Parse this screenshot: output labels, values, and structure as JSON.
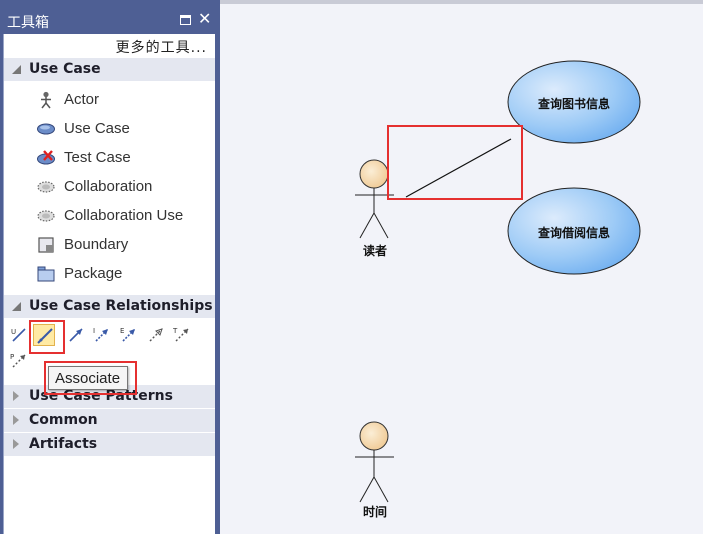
{
  "toolbox": {
    "title": "工具箱",
    "more_tools": "更多的工具...",
    "sections": [
      {
        "label": "Use Case",
        "expanded": true,
        "items": [
          {
            "label": "Actor",
            "icon": "actor-icon"
          },
          {
            "label": "Use Case",
            "icon": "use-case-icon"
          },
          {
            "label": "Test Case",
            "icon": "test-case-icon"
          },
          {
            "label": "Collaboration",
            "icon": "collaboration-icon"
          },
          {
            "label": "Collaboration Use",
            "icon": "collaboration-use-icon"
          },
          {
            "label": "Boundary",
            "icon": "boundary-icon"
          },
          {
            "label": "Package",
            "icon": "package-icon"
          }
        ]
      },
      {
        "label": "Use Case Relationships",
        "expanded": true
      },
      {
        "label": "Use Case Patterns",
        "expanded": false
      },
      {
        "label": "Common",
        "expanded": false
      },
      {
        "label": "Artifacts",
        "expanded": false
      }
    ],
    "relationship_icons": [
      "use-icon",
      "associate-icon",
      "generalize-icon",
      "include-icon",
      "extend-icon",
      "realize-icon",
      "trace-icon",
      "package-merge-icon"
    ],
    "tooltip": "Associate",
    "selected_tool": "Associate"
  },
  "diagram": {
    "actors": [
      {
        "name": "读者"
      },
      {
        "name": "时间"
      }
    ],
    "use_cases": [
      {
        "name": "查询图书信息"
      },
      {
        "name": "查询借阅信息"
      }
    ],
    "colors": {
      "actor_fill": "#f6d9a8",
      "use_case_fill": "#8fc3f5",
      "highlight_border": "#e53030",
      "panel_header": "#4e5f94"
    }
  }
}
